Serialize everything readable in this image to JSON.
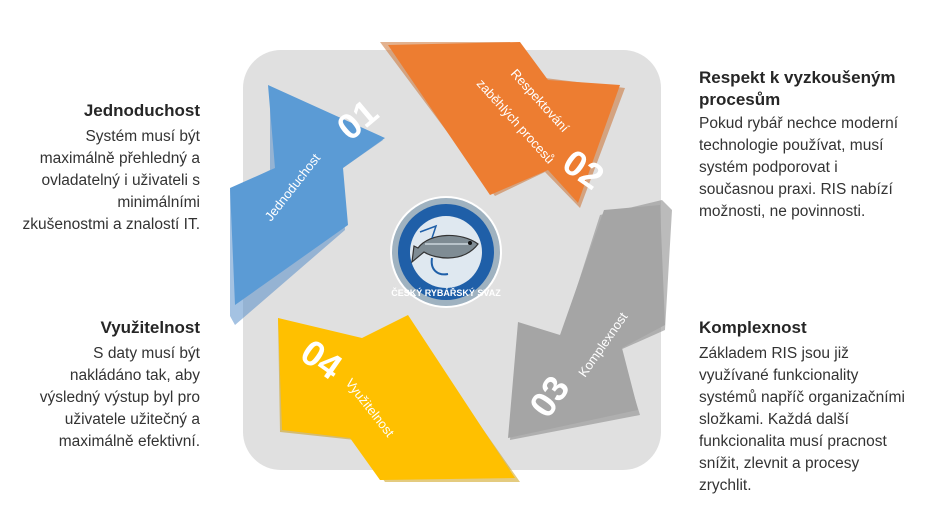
{
  "steps": [
    {
      "number": "01",
      "arrow_label": "Jednoduchost",
      "color": "#5B9BD5",
      "heading": "Jednoduchost",
      "text": "Systém musí být\nmaximálně přehledný a\novladatelný i uživateli s\nminimálními\nzkušenostmi a znalostí IT."
    },
    {
      "number": "02",
      "arrow_label_lines": [
        "Respektování",
        "zaběhlých procesů"
      ],
      "color": "#ED7D31",
      "heading_lines": [
        "Respekt k vyzkoušeným",
        "procesům"
      ],
      "text": "Pokud rybář nechce moderní\ntechnologie používat, musí\nsystém podporovat i\nsoučasnou praxi. RIS nabízí\nmožnosti, ne povinnosti."
    },
    {
      "number": "03",
      "arrow_label": "Komplexnost",
      "color": "#A5A5A5",
      "heading": "Komplexnost",
      "text": "Základem RIS jsou již\nvyužívané funkcionality\nsystémů napříč organizačními\nsložkami. Každá další\nfunkcionalita musí pracnost\nsnížit, zlevnit a procesy\nzrychlit."
    },
    {
      "number": "04",
      "arrow_label": "Využitelnost",
      "color": "#FFC000",
      "heading": "Využitelnost",
      "text": "S daty musí být\nnakládáno tak, aby\nvýsledný výstup byl pro\nuživatele užitečný a\nmaximálně efektivní."
    }
  ],
  "logo": {
    "text": "ČESKÝ RYBÁŘSKÝ SVAZ",
    "color": "#1F5FA8"
  },
  "panel_color": "#E0E0E0"
}
